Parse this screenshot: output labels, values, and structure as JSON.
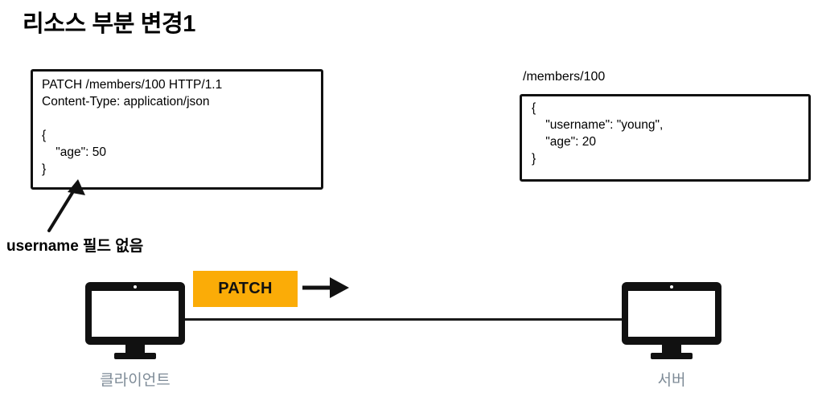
{
  "slide": {
    "title": "리소스 부분 변경1",
    "background_color": "#ffffff"
  },
  "request_box": {
    "name": "http-request",
    "text": "PATCH /members/100 HTTP/1.1\nContent-Type: application/json\n\n{\n    \"age\": 50\n}",
    "method": "PATCH",
    "path": "/members/100",
    "http_version": "HTTP/1.1",
    "content_type": "application/json",
    "body_fields": [
      {
        "key": "age",
        "value": "50"
      }
    ]
  },
  "resource": {
    "url_label": "/members/100",
    "text": "{\n    \"username\": \"young\",\n    \"age\": 20\n}",
    "fields": [
      {
        "key": "username",
        "value": "young"
      },
      {
        "key": "age",
        "value": "20"
      }
    ]
  },
  "callout": {
    "label": "username 필드 없음",
    "arrow_icon": "annotation-arrow-icon"
  },
  "flow": {
    "method_badge": "PATCH",
    "badge_color": "#fbac07",
    "arrow_icon": "right-arrow-icon"
  },
  "nodes": {
    "client": {
      "label": "클라이언트",
      "icon": "monitor-icon"
    },
    "server": {
      "label": "서버",
      "icon": "monitor-icon"
    },
    "label_color": "#7e8b97"
  }
}
